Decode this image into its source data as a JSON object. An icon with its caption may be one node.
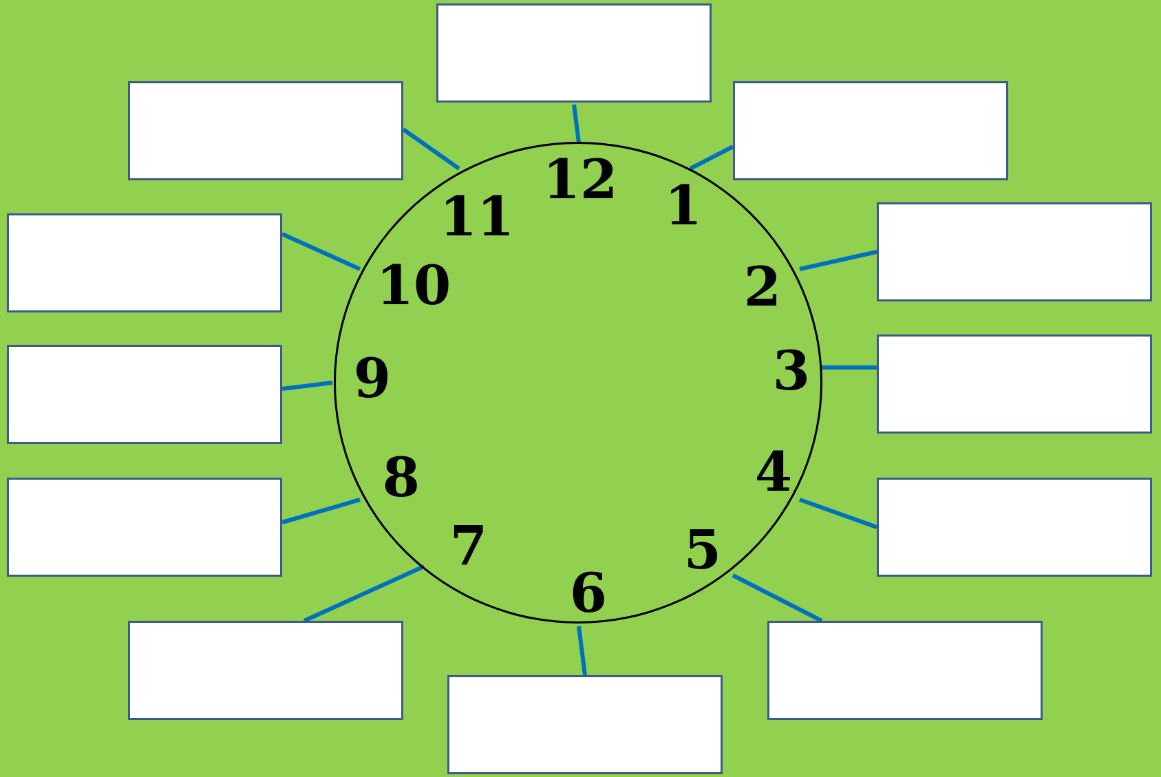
{
  "diagram": {
    "nodes": [
      {
        "text": [
          "12",
          "1",
          "2",
          "3",
          "4",
          "5",
          "6",
          "7",
          "8",
          "9",
          "10",
          "11"
        ]
      },
      {
        "text": [],
        "shape": "box"
      },
      {
        "text": [],
        "shape": "box"
      },
      {
        "text": [],
        "shape": "box"
      },
      {
        "text": [],
        "shape": "box"
      },
      {
        "text": [],
        "shape": "box"
      },
      {
        "text": [],
        "shape": "box"
      },
      {
        "text": [],
        "shape": "box"
      },
      {
        "text": [],
        "shape": "box"
      },
      {
        "text": [],
        "shape": "box"
      },
      {
        "text": [],
        "shape": "box"
      },
      {
        "text": [],
        "shape": "box"
      },
      {
        "text": [],
        "shape": "box"
      }
    ],
    "edges": [
      {
        "from": 1,
        "to": 0,
        "arrow": "none"
      },
      {
        "from": 2,
        "to": 0,
        "arrow": "none"
      },
      {
        "from": 3,
        "to": 0,
        "arrow": "none"
      },
      {
        "from": 4,
        "to": 0,
        "arrow": "none"
      },
      {
        "from": 5,
        "to": 0,
        "arrow": "none"
      },
      {
        "from": 6,
        "to": 0,
        "arrow": "none"
      },
      {
        "from": 7,
        "to": 0,
        "arrow": "none"
      },
      {
        "from": 8,
        "to": 0,
        "arrow": "none"
      },
      {
        "from": 9,
        "to": 0,
        "arrow": "none"
      },
      {
        "from": 10,
        "to": 0,
        "arrow": "none"
      },
      {
        "from": 11,
        "to": 0,
        "arrow": "none"
      },
      {
        "from": 12,
        "to": 0,
        "arrow": "none"
      }
    ]
  }
}
